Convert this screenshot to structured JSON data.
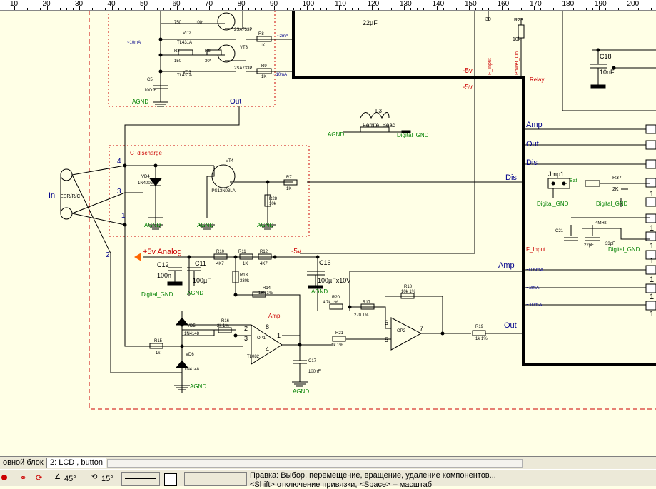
{
  "ruler": {
    "labels": [
      "10",
      "20",
      "30",
      "40",
      "50",
      "60",
      "70",
      "80",
      "90",
      "100",
      "110",
      "120",
      "130",
      "140",
      "150",
      "160",
      "170",
      "180",
      "190",
      "200"
    ]
  },
  "schematic": {
    "input_connector": {
      "label": "In",
      "name": "ESR/R/C",
      "pins": [
        "4",
        "3",
        "1",
        "2"
      ]
    },
    "labels": {
      "c_discharge": "C_discharge",
      "out_top": "Out",
      "ferrite_ref": "L3",
      "ferrite_name": "Ferrite_Bead",
      "agnd": "AGND",
      "digital_gnd": "Digital_GND",
      "cap_22uf": "22µF",
      "f_input": "F_Input",
      "power_on": "Power_On",
      "minus5v": "-5v",
      "relay": "Relay",
      "c18": "C18",
      "c18_val": "10nF",
      "amp": "Amp",
      "out": "Out",
      "dis": "Dis",
      "jmp1": "Jmp1",
      "bat": "Bat",
      "r37": "R37",
      "r37_val": "2K",
      "mhz": "4MHz",
      "c21": "C21",
      "c22": "22pF",
      "c23": "33pF",
      "f_input_right": "F_Input",
      "i_05ma": "~0.5mA",
      "i_2ma": "~2mA",
      "i_10ma": "~10mA",
      "vt4": "VT4",
      "vt4_name": "IPS13N03LA",
      "vd4": "VD4",
      "vd4_name": "1N4002",
      "r7": "R7",
      "r7_val": "1K",
      "r28": "R28",
      "r28_val": "10k",
      "plus5v_analog": "+5v Analog",
      "c12": "C12",
      "c12_val": "100n",
      "c11": "C11",
      "c11_val": "100µF",
      "r10": "R10",
      "r10_val": "4K7",
      "r11": "R11",
      "r11_val": "1K",
      "r12": "R12",
      "r12_val": "4K7",
      "r13": "R13",
      "r13_val": "330k",
      "r14": "R14",
      "r14_val": "18k 1%",
      "minus5v_mid": "-5v",
      "c16": "C16",
      "c16_val": "100µFx10V",
      "r18": "R18",
      "r18_val": "10k 1%",
      "r20": "R20",
      "r20_val": "4.7k 1%",
      "r17": "R17",
      "r17_val": "270 1%",
      "vd5": "VD5",
      "vd5_name": "1N4148",
      "r16": "R16",
      "r16_val": "2k 1%",
      "op1": "OP1",
      "op1_part": "TL082",
      "r15": "R15",
      "r15_val": "1k",
      "vd6": "VD6",
      "vd6_name": "1N4148",
      "r21": "R21",
      "r21_val": "1k 1%",
      "r19": "R19",
      "r19_val": "1k 1%",
      "op2": "OP2",
      "c17": "C17",
      "c17_val": "100nF",
      "amp_small": "Amp",
      "top_r8": "R8",
      "top_r8_val": "1K",
      "top_i_2ma": "~2mA",
      "top_r9": "R9",
      "top_r9_val": "1K",
      "top_i_10ma": "~10mA",
      "top_10ma_left": "~10mA",
      "r3": "R3",
      "r3_val": "150",
      "r6": "R6",
      "r6_val": "30*",
      "vt3": "VT3",
      "vt_part": "2SA733P",
      "vd2": "VD2",
      "vd3": "VD3",
      "tl431": "TL431A",
      "c5": "C5",
      "c5_val": "100nF",
      "r23": "R23",
      "r23_val": "10k",
      "top_750": "750",
      "top_100": "100*",
      "pin30": "30",
      "op_pins": {
        "p2": "2",
        "p3": "3",
        "p8": "8",
        "p4": "4",
        "p1": "1",
        "p6": "6",
        "p5": "5",
        "p7": "7"
      },
      "header_pins": [
        "1",
        "1",
        "1",
        "1",
        "1",
        "1",
        "1"
      ]
    }
  },
  "tabs": [
    {
      "label": "овной блок",
      "active": false
    },
    {
      "label": "2: LCD , button",
      "active": true
    }
  ],
  "status": {
    "angle1": "45°",
    "angle2": "15°",
    "hint_line1": "Правка: Выбор, перемещение, вращение, удаление компонентов...",
    "hint_line2": "<Shift> отключение привязки, <Space> – масштаб"
  },
  "colors": {
    "background": "#ffffe6",
    "wire": "#000000",
    "net_label": "#00008b",
    "power": "#cc0000",
    "ground": "#008000"
  }
}
